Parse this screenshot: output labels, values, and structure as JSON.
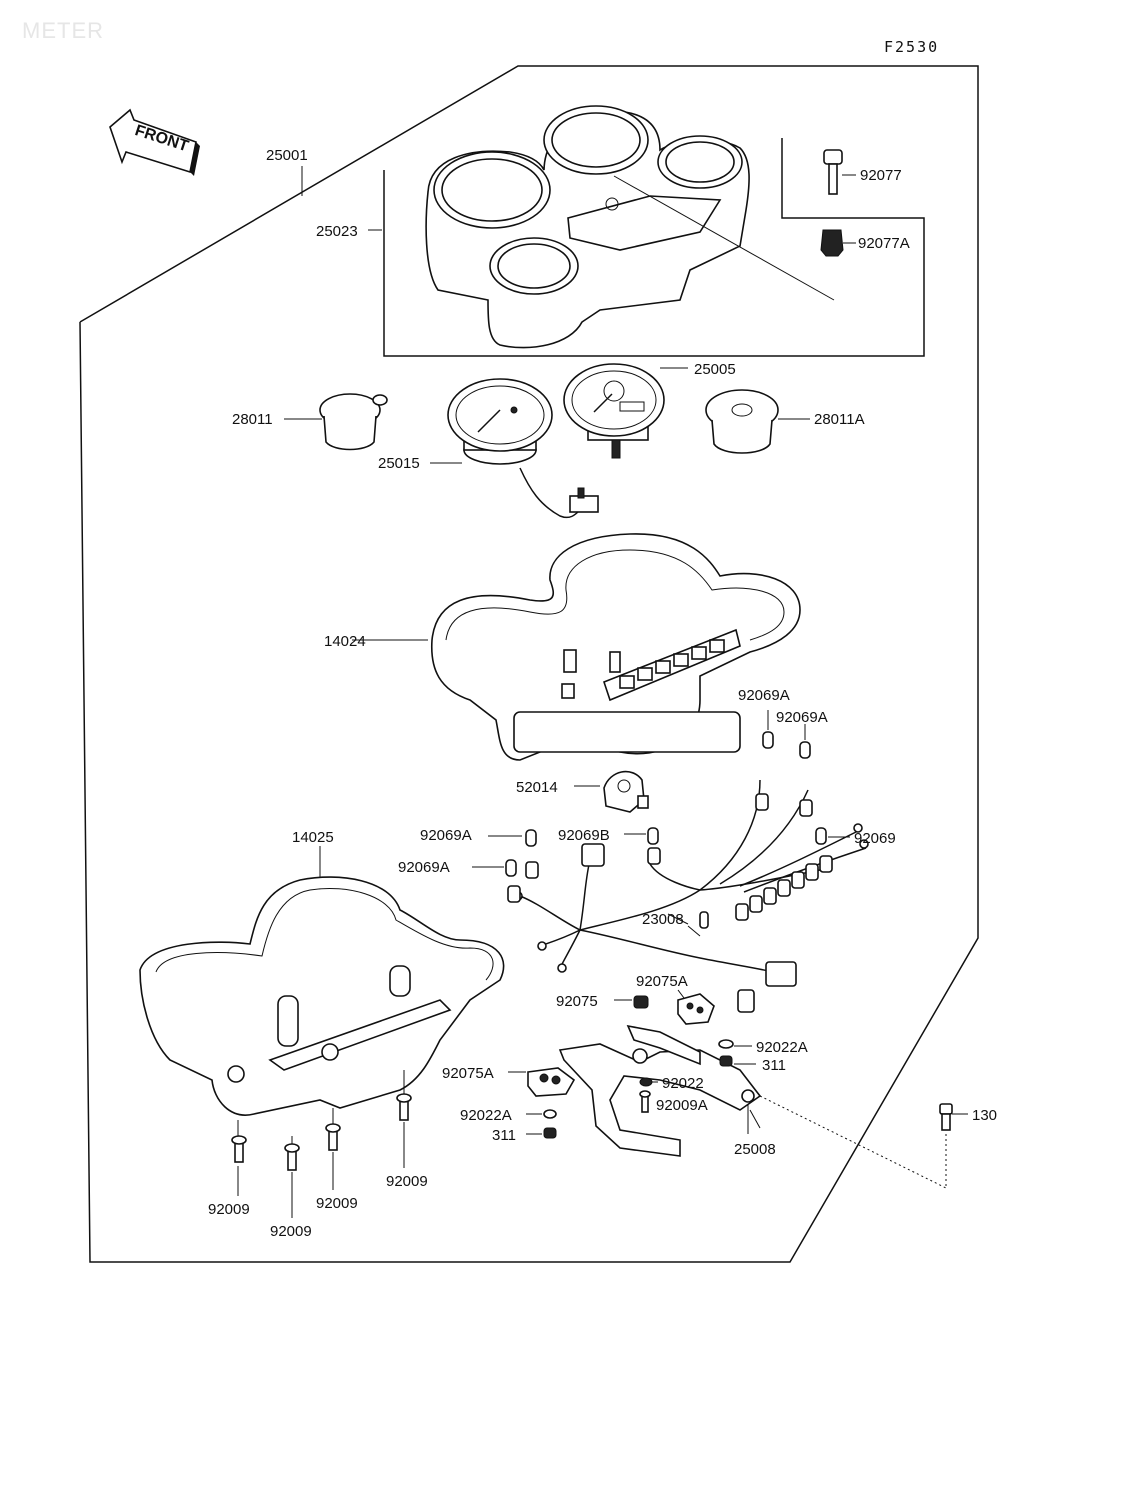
{
  "page": {
    "watermark": "METER",
    "figure_code": "F2530",
    "front_label": "FRONT"
  },
  "parts": {
    "p25001": "25001",
    "p25023": "25023",
    "p92077": "92077",
    "p92077A": "92077A",
    "p25005": "25005",
    "p28011": "28011",
    "p28011A": "28011A",
    "p25015": "25015",
    "p14024": "14024",
    "p92069A_1": "92069A",
    "p92069A_2": "92069A",
    "p52014": "52014",
    "p14025": "14025",
    "p92069A_3": "92069A",
    "p92069B": "92069B",
    "p92069": "92069",
    "p92069A_4": "92069A",
    "p23008": "23008",
    "p92075A_1": "92075A",
    "p92075": "92075",
    "p92022A_1": "92022A",
    "p311_1": "311",
    "p92075A_2": "92075A",
    "p92022": "92022",
    "p92009A": "92009A",
    "p92022A_2": "92022A",
    "p311_2": "311",
    "p25008": "25008",
    "p130": "130",
    "p92009_1": "92009",
    "p92009_2": "92009",
    "p92009_3": "92009",
    "p92009_4": "92009"
  }
}
